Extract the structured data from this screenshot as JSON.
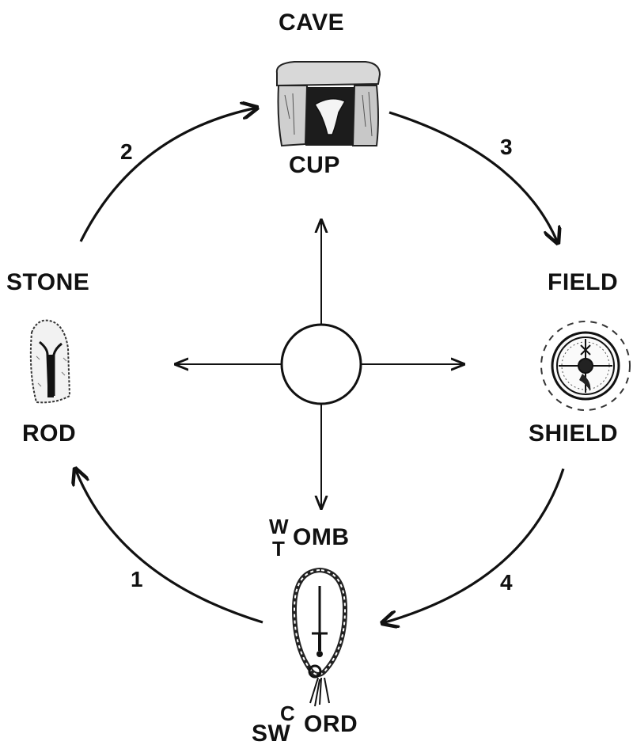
{
  "places": {
    "top": "CAVE",
    "left": "STONE",
    "right": "FIELD"
  },
  "objects": {
    "top": "CUP",
    "left": "ROD",
    "right": "SHIELD"
  },
  "bottom_label": {
    "upper_letter": "W",
    "lower_letter": "T",
    "rest": "OMB"
  },
  "sword_label": {
    "upper_letter": "C",
    "start": "SW",
    "rest": "ORD"
  },
  "steps": [
    "1",
    "2",
    "3",
    "4"
  ],
  "icons": {
    "cave": "dolmen-cave-with-cup-icon",
    "stone": "standing-stone-with-rod-icon",
    "shield": "round-shield-icon",
    "sword": "sword-in-rope-loop-icon"
  }
}
